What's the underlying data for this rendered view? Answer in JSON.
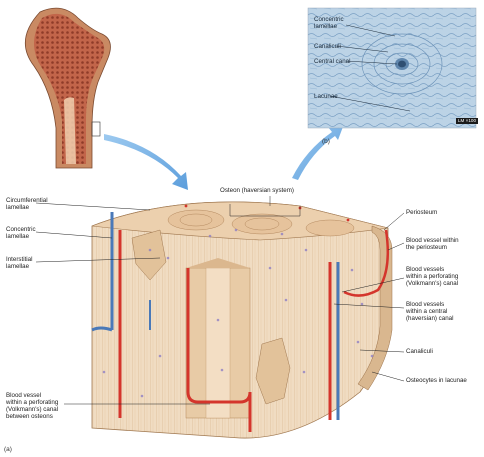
{
  "micrograph": {
    "labels": {
      "concentric": "Concentric\nlamellae",
      "canaliculi": "Canaliculi",
      "central_canal": "Central canal",
      "lacunae": "Lacunae"
    },
    "scale_bar": "LM ×100",
    "panel": "(b)"
  },
  "block": {
    "panel": "(a)",
    "labels": {
      "osteon": "Osteon (haversian system)",
      "circumferential": "Circumferential\nlamellae",
      "concentric": "Concentric\nlamellae",
      "interstitial": "Interstitial\nlamellae",
      "periosteum": "Periosteum",
      "bv_periosteum": "Blood vessel within\nthe periosteum",
      "bv_perforating": "Blood vessels\nwithin a perforating\n(Volkmann's) canal",
      "bv_central": "Blood vessels\nwithin a central\n(haversian) canal",
      "canaliculi": "Canaliculi",
      "osteocytes": "Osteocytes in lacunae",
      "bv_between": "Blood vessel\nwithin a perforating\n(Volkmann's) canal\nbetween osteons"
    }
  },
  "colors": {
    "bone_light": "#efd9bf",
    "bone_mid": "#e2c09a",
    "bone_dark": "#c99a6b",
    "marrow": "#a9543a",
    "artery": "#d4352c",
    "vein": "#4a79b8",
    "micrograph_bg": "#bcd3e6",
    "arrow": "#6aa9e0"
  }
}
